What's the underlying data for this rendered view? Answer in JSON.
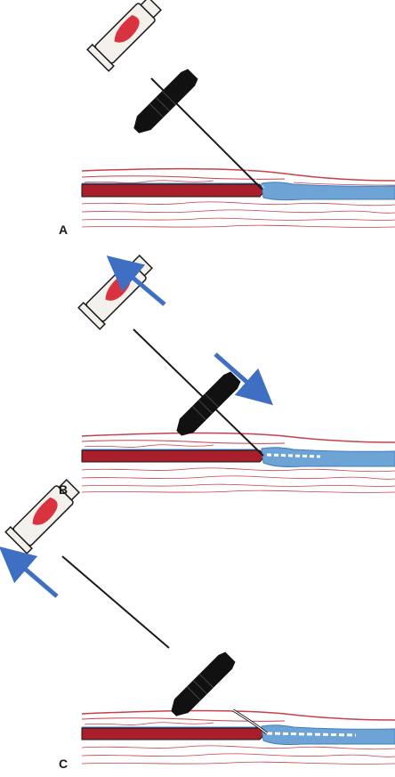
{
  "panels": [
    {
      "label": "A"
    },
    {
      "label": "B"
    },
    {
      "label": "C"
    }
  ],
  "colors": {
    "tissue_line": "#c8404a",
    "artery": "#a81f2b",
    "vein": "#6ea3d6",
    "vein_edge": "#3f7fc0",
    "arrow": "#3f6fc2",
    "hub_black": "#111111",
    "blood": "#d9333f",
    "syringe_body": "#f4f1ec",
    "outline": "#1a1a1a"
  },
  "icons": [
    "syringe-icon",
    "catheter-hub-icon",
    "arrow-icon"
  ]
}
